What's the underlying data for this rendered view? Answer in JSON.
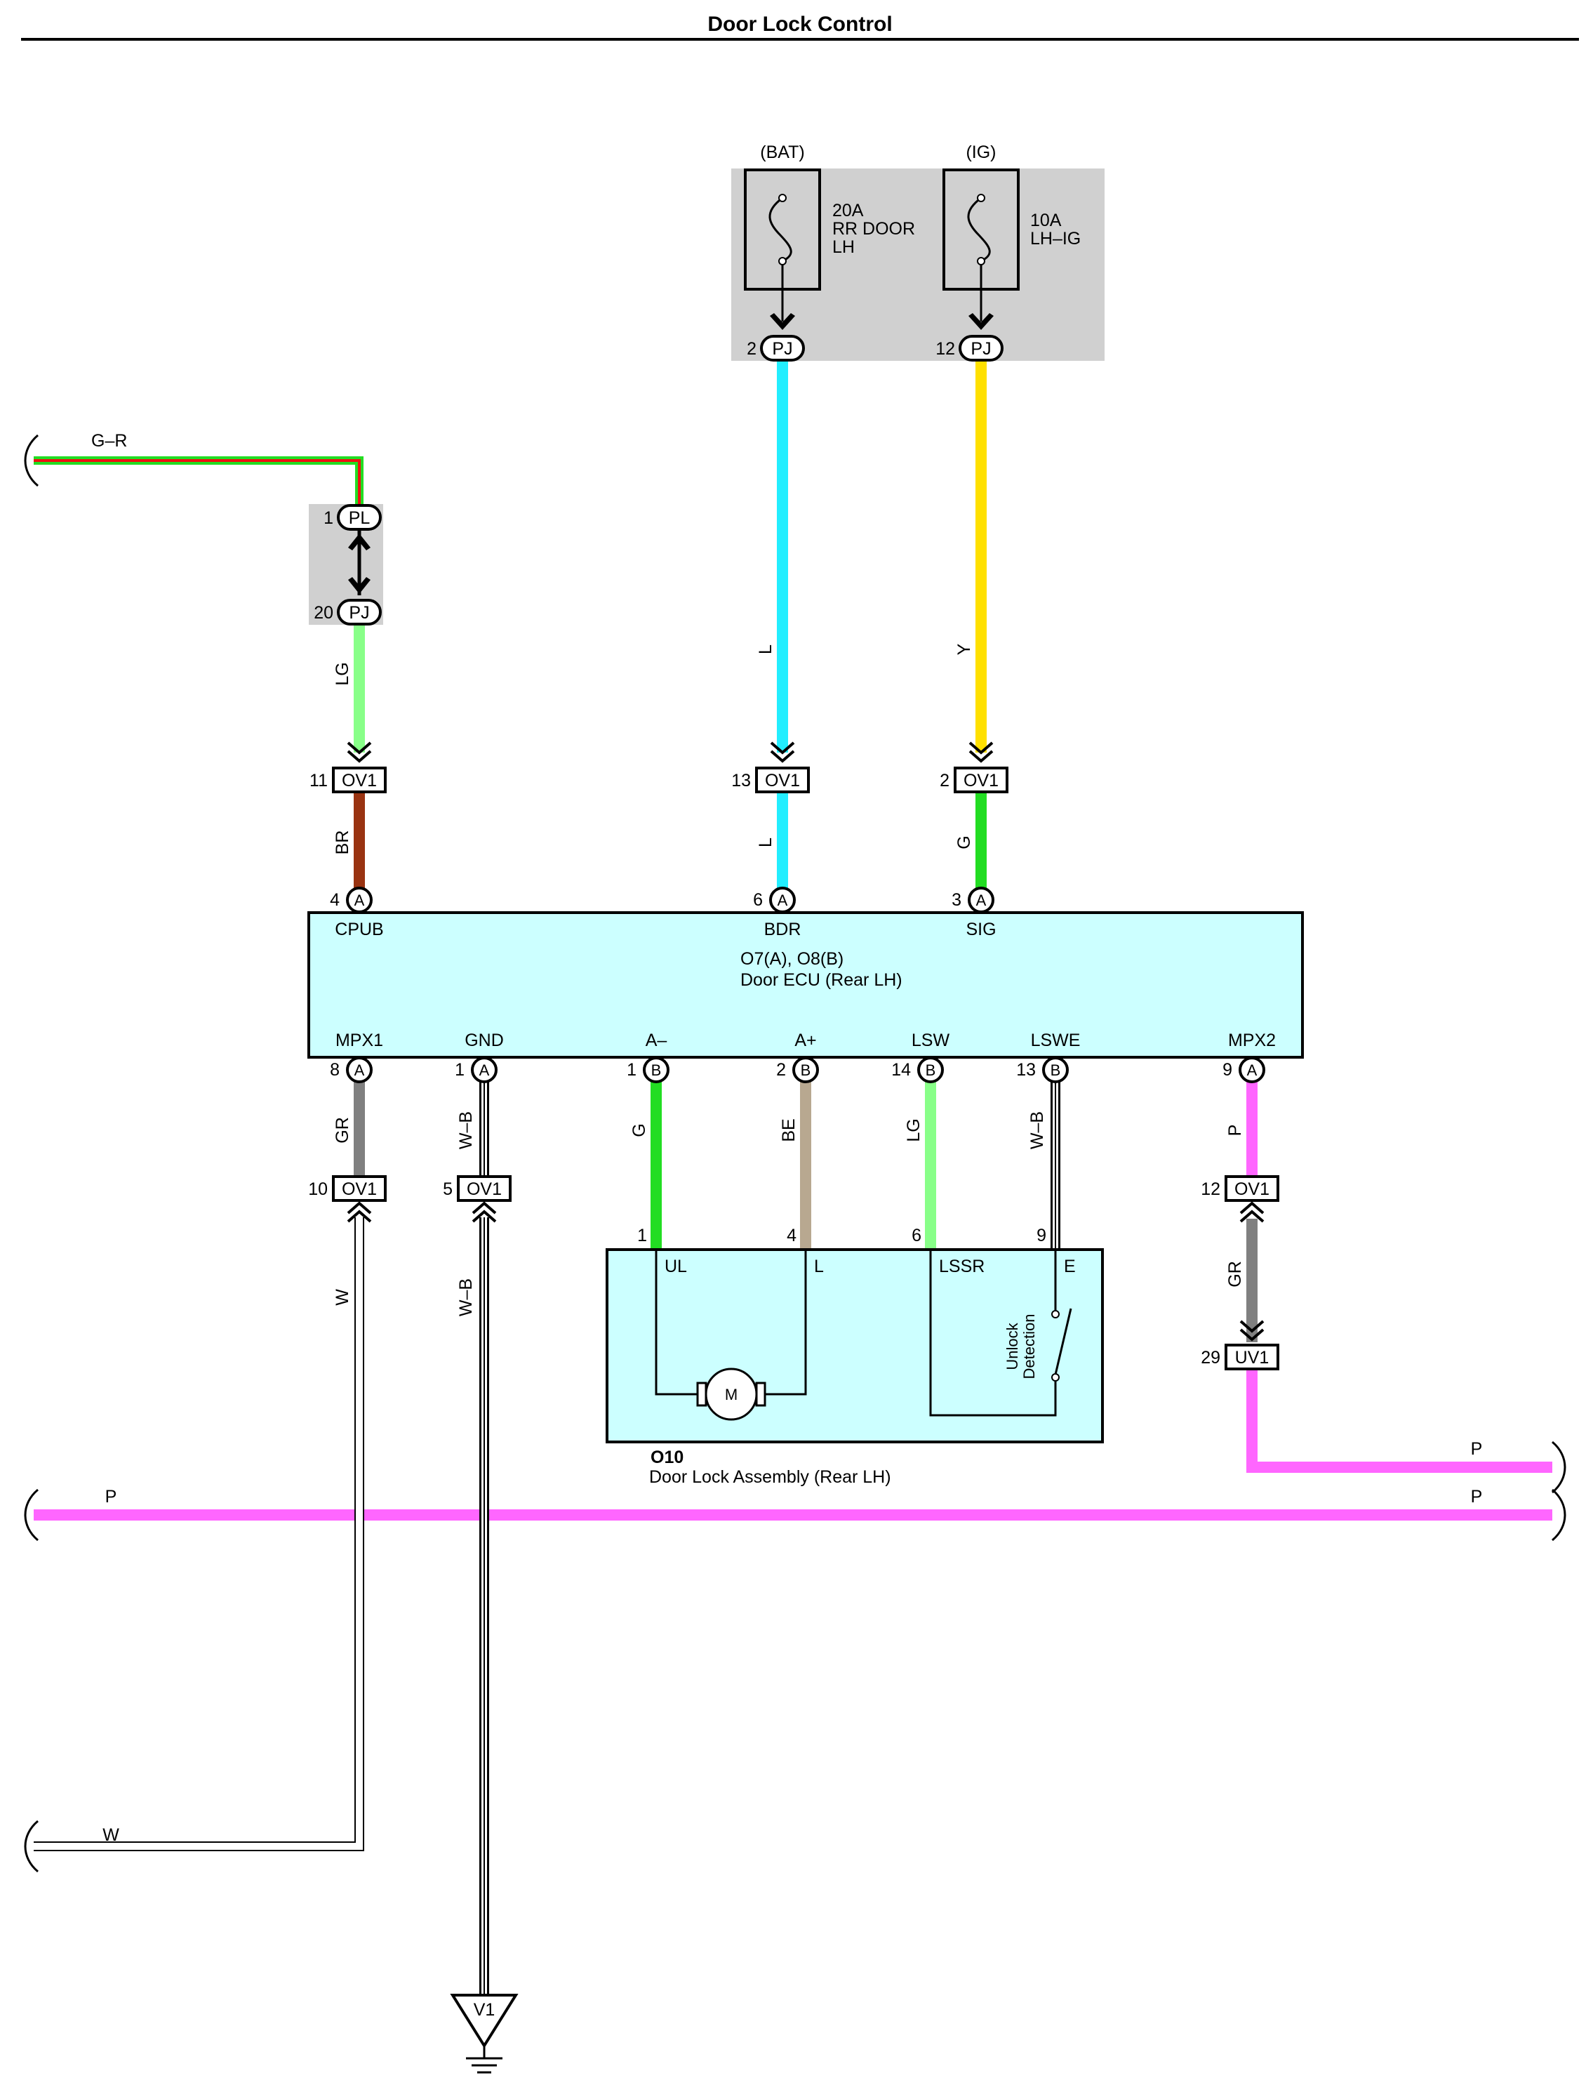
{
  "title": "Door Lock Control",
  "colors": {
    "pink": "#ff66ff",
    "cyan": "#22eeff",
    "yellow": "#ffe000",
    "green": "#22dd22",
    "light_green": "#88ff88",
    "brown": "#993311",
    "gray": "#808080",
    "beige": "#b8a890",
    "red": "#ee1111",
    "box_fill": "#ccffff",
    "shade": "#d0d0d0"
  },
  "fuse_block": {
    "bat_label": "(BAT)",
    "ig_label": "(IG)",
    "fuse1": {
      "line1": "20A",
      "line2": "RR DOOR",
      "line3": "LH"
    },
    "fuse2": {
      "line1": "10A",
      "line2": "LH–IG"
    },
    "conn_bat": {
      "pin": "2",
      "name": "PJ"
    },
    "conn_ig": {
      "pin": "12",
      "name": "PJ"
    }
  },
  "left_junction": {
    "top": {
      "pin": "1",
      "name": "PL"
    },
    "bottom": {
      "pin": "20",
      "name": "PJ"
    }
  },
  "wire_codes": {
    "gr_top_left": "G–R",
    "lg_top": "LG",
    "l_bat": "L",
    "y_ig": "Y",
    "br": "BR",
    "l_bdr": "L",
    "g_sig": "G",
    "gr_mpx1": "GR",
    "wb_gnd": "W–B",
    "g_a_minus": "G",
    "be_a_plus": "BE",
    "lg_lsw": "LG",
    "wb_lswe": "W–B",
    "p_mpx2": "P",
    "w_lower": "W",
    "wb_lower": "W–B",
    "gr_lower": "GR",
    "p_right_upper": "P",
    "p_bus_left": "P",
    "p_bus_right": "P",
    "w_bottom": "W"
  },
  "ov1_connectors": [
    {
      "pin": "11",
      "name": "OV1"
    },
    {
      "pin": "13",
      "name": "OV1"
    },
    {
      "pin": "2",
      "name": "OV1"
    },
    {
      "pin": "10",
      "name": "OV1"
    },
    {
      "pin": "5",
      "name": "OV1"
    },
    {
      "pin": "12",
      "name": "OV1"
    }
  ],
  "uv1_connector": {
    "pin": "29",
    "name": "UV1"
  },
  "ecu": {
    "name_line1": "O7(A), O8(B)",
    "name_line2": "Door ECU (Rear LH)",
    "top_pins": [
      {
        "num": "4",
        "conn": "A",
        "label": "CPUB"
      },
      {
        "num": "6",
        "conn": "A",
        "label": "BDR"
      },
      {
        "num": "3",
        "conn": "A",
        "label": "SIG"
      }
    ],
    "bottom_pins": [
      {
        "num": "8",
        "conn": "A",
        "label": "MPX1"
      },
      {
        "num": "1",
        "conn": "A",
        "label": "GND"
      },
      {
        "num": "1",
        "conn": "B",
        "label": "A–"
      },
      {
        "num": "2",
        "conn": "B",
        "label": "A+"
      },
      {
        "num": "14",
        "conn": "B",
        "label": "LSW"
      },
      {
        "num": "13",
        "conn": "B",
        "label": "LSWE"
      },
      {
        "num": "9",
        "conn": "A",
        "label": "MPX2"
      }
    ]
  },
  "lock_assembly": {
    "code": "O10",
    "name": "Door Lock Assembly (Rear LH)",
    "pins": [
      {
        "num": "1",
        "label": "UL"
      },
      {
        "num": "4",
        "label": "L"
      },
      {
        "num": "6",
        "label": "LSSR"
      },
      {
        "num": "9",
        "label": "E"
      }
    ],
    "motor_label": "M",
    "switch_label_line1": "Unlock",
    "switch_label_line2": "Detection"
  },
  "ground": {
    "name": "V1"
  }
}
